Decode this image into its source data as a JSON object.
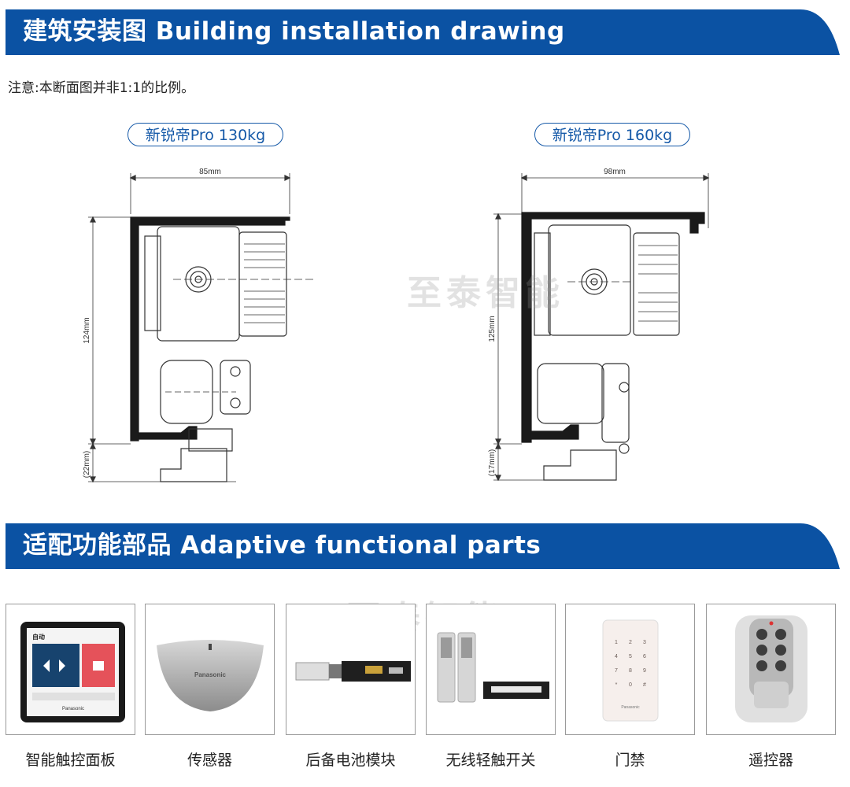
{
  "section1": {
    "title": "建筑安装图  Building installation drawing"
  },
  "note": "注意:本断面图并非1:1的比例。",
  "drawings": [
    {
      "label": "新锐帝Pro 130kg",
      "width_dim": "85mm",
      "height_dim": "124mm",
      "bottom_dim": "(22mm)"
    },
    {
      "label": "新锐帝Pro 160kg",
      "width_dim": "98mm",
      "height_dim": "125mm",
      "bottom_dim": "(17mm)"
    }
  ],
  "watermark": "至泰智能",
  "section2": {
    "title": "适配功能部品  Adaptive functional parts"
  },
  "parts": [
    {
      "name": "智能触控面板",
      "icon": "touch-panel-photo",
      "screen_title": "自动",
      "screen_button": "",
      "brand": "Panasonic"
    },
    {
      "name": "传感器",
      "icon": "sensor-photo",
      "brand": "Panasonic"
    },
    {
      "name": "后备电池模块",
      "icon": "battery-module-photo"
    },
    {
      "name": "无线轻触开关",
      "icon": "wireless-switch-photo"
    },
    {
      "name": "门禁",
      "icon": "keypad-photo",
      "keys": [
        "1",
        "2",
        "3",
        "4",
        "5",
        "6",
        "7",
        "8",
        "9",
        "*",
        "0",
        "#"
      ],
      "brand": "Panasonic"
    },
    {
      "name": "遥控器",
      "icon": "remote-control-photo"
    }
  ],
  "colors": {
    "brand_blue": "#0b52a3",
    "accent_red": "#e5525a",
    "panel_blue": "#17436e"
  }
}
